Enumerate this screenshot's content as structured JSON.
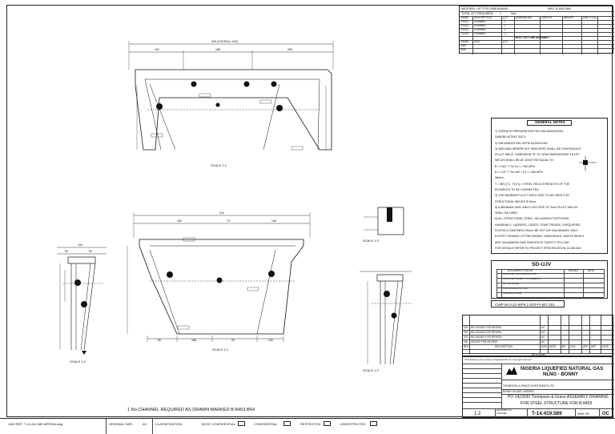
{
  "cad_ref": "CAD REF: T-14.419.589-WP2064.dwg",
  "bottom_bar": {
    "original_size": "ORIGINAL SIZE:",
    "original_size_val": "A3",
    "classification": "CLASSIFICATION:",
    "most_confidential": "MOST CONFIDENTIAL",
    "confidential": "CONFIDENTIAL",
    "restricted": "RESTRICTED",
    "unrestricted": "UNRESTRICTED"
  },
  "material_table": {
    "header1": "MATERIAL LIST FOR ONE",
    "header1_val": "CHANNEL",
    "header2": "MKD: B-8453-B64",
    "header3": "TOTAL QTY REQUIRED:",
    "header3_val": "1",
    "header3_unit": "Nos",
    "columns": [
      "MARK",
      "DESCRIPTION",
      "QTY",
      "DIMENSIONS",
      "LENGTH",
      "WEIGHT",
      "SUB TOTAL"
    ],
    "rows": [
      [
        "P0312",
        "CHANNEL",
        "1",
        "",
        "",
        "",
        ""
      ],
      [
        "P0313",
        "CHANNEL",
        "1",
        "",
        "",
        "",
        ""
      ],
      [
        "P0314",
        "CHANNEL",
        "1",
        "",
        "",
        "",
        ""
      ],
      [
        "P0315",
        "CHANNEL",
        "1",
        "",
        "",
        "",
        ""
      ]
    ],
    "bolt_header": "BOLT LIST ONE ASSEMBLY",
    "bolt_columns": [
      "MARK",
      "SIZE",
      "QTY",
      "",
      "",
      "",
      ""
    ],
    "bolt_rows": [
      [
        "M20",
        "",
        "",
        "",
        "",
        "",
        ""
      ],
      [
        "M20",
        "",
        "",
        "",
        "",
        "",
        ""
      ]
    ]
  },
  "drawing": {
    "view1_overall_dim": "425 (OVERALL 415)",
    "view1_dims": [
      "110",
      "186",
      "265"
    ],
    "view1_scale": "SCALE 1:2",
    "view2_overall_dim": "410",
    "view2_dims": [
      "163",
      "73",
      "148"
    ],
    "view2_bottom_dims": [
      "60",
      "188",
      "29",
      "140"
    ],
    "view2_scale": "SCALE 1:2",
    "view3_scale": "SCALE 1:2",
    "view3_dims": [
      "100",
      "50",
      "50"
    ],
    "view4_scale": "SCALE 1:2",
    "view5_scale": "SCALE 1:2",
    "required_note": "1 No.CHANNEL  REQUIRED AS DRAWN MARKED  B-8453-B64"
  },
  "general_notes": {
    "title": "GENERAL NOTES",
    "lines": [
      "1) SURFACE PREPARATION FOR GALVANIZATION:",
      "    SANDBLASTING SA2.5",
      "2) GALVANIZATION: ASTM A123/A123M",
      "3) WELDING WHERE NOT INDICATED SHALL BE CONTINUOUS",
      "FILLET WELD. DIMENSION \"B\" OF NON DIMENSIONED FILLET",
      "WELDS SHALL BE AT LEAST BE EQUAL TO:",
      "B = 0.50 * T   for Fy <= 260 MPa",
      "B = 1.00 * T   for 260 < Fy <= 360 MPa",
      "Where:",
      "T = MIN (T1, T2) Fy = STEEL YIELD STRENGTH OF THE",
      "ELEMENTS TO BE CONNECTED.",
      "4) THE MINIMUM FILLET WELD SIZE TO BE USED FOR",
      "    STRUCTURAL WELDS IS 5mm.",
      "5) A MINIMUM SEAL WELD LEG SIZE OF 3mm FILLET WELDS",
      "    SHALL BE USED",
      "6) ALL STRUCTURAL STEEL, INCLUDING PLATFORMS,",
      "HANDRAILS, LADDERS, CAGES, STAIR TREADS, CHEQUERED",
      "PLATES & GRATINGS SHALL BE HOT DIP GALVANIZED ONLY.",
      "EXCEPT CRANES, LIFTING BEAMS, MONORAILS, DAVITS WHICH",
      "ARE GALVANIZED AND PAINTED IN \"SAFETY YELLOW\".",
      "FOR DETAILS REFER TO PROJECT SPECIFICATION 14.182.628"
    ]
  },
  "sd_ujv": {
    "title": "SD-UJV",
    "col1": "DOCUMENT STATUS",
    "col2": "SIGNED",
    "col3": "DATE",
    "rows": [
      "APPROVED FOR CONSTRUCTION",
      "APPROVED SUBJECT TO COMMENTS",
      "NOT APPROVED",
      "FOR INFORMATION ONLY",
      "INTERFACE ISSUE"
    ]
  },
  "cwp": "CWP No:A11-WP6.1-020-FI-MC-101",
  "revisions": {
    "rows": [
      [
        "003",
        "RE-ISSUED FOR REVIEW",
        "A4",
        "",
        "",
        "",
        "",
        "",
        ""
      ],
      [
        "002",
        "RE-ISSUED FOR REVIEW",
        "A4",
        "",
        "",
        "",
        "",
        "",
        ""
      ],
      [
        "001",
        "RE-ISSUED FOR REVIEW",
        "A4",
        "",
        "",
        "",
        "",
        "",
        ""
      ],
      [
        "000",
        "ISSUED FOR REVIEW",
        "A4",
        "",
        "",
        "",
        "",
        "",
        ""
      ]
    ],
    "columns": [
      "REV",
      "DESCRIPTION",
      "SIZE",
      "DATE",
      "BY",
      "CHK",
      "APP",
      "APP",
      "DATE"
    ],
    "label": "REVISIONS"
  },
  "title_block": {
    "disclaimer": "This drawing is the property of Nigeria LNG Ltd. Copyright reserved.",
    "client": "NIGERIA LIQUEFIED NATURAL GAS",
    "client2": "NLNG - BONNY",
    "contractor": "THOMPSON & GRACE INVESTMENTS LTD",
    "location": "BONNY ISLAND, NIGERIA",
    "title1": "PO 1423030 Thompson & Grace ASSEMBLY DRAWING",
    "title2": "FOR STEEL STRUCTURE FOR B-8453",
    "scale": "1:2",
    "drawing_no": "T-14.419.589",
    "sheet": "Sheet 733",
    "rev_code": "OC",
    "doc_no_label": "DOCUMENT No.",
    "doc_no": "ASSIGNED"
  }
}
